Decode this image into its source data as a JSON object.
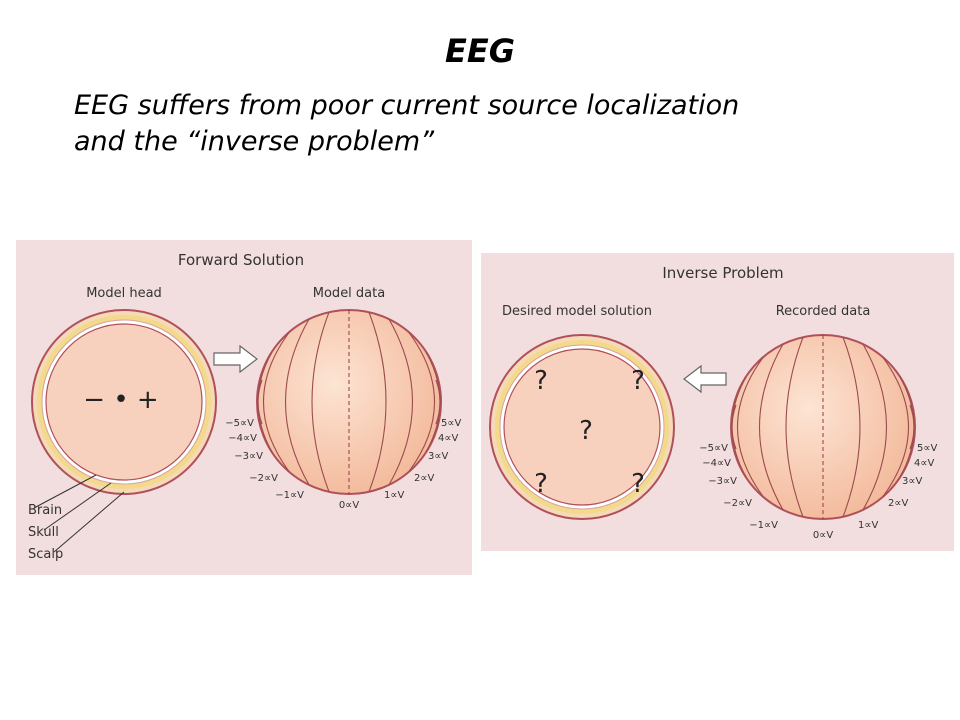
{
  "slide": {
    "title": "EEG",
    "subtitle_line1": "EEG suffers from poor current source localization",
    "subtitle_line2": "and the “inverse problem”"
  },
  "forward": {
    "heading": "Forward Solution",
    "left_label": "Model head",
    "right_label": "Model data",
    "source_symbols": "− • +",
    "layers": [
      "Brain",
      "Skull",
      "Scalp"
    ]
  },
  "inverse": {
    "heading": "Inverse Problem",
    "left_label": "Desired model solution",
    "right_label": "Recorded data",
    "unknown_marker": "?"
  },
  "voltages": {
    "left": [
      "−5∝V",
      "−4∝V",
      "−3∝V",
      "−2∝V",
      "−1∝V"
    ],
    "center": "0∝V",
    "right": [
      "1∝V",
      "2∝V",
      "3∝V",
      "4∝V",
      "5∝V"
    ]
  },
  "colors": {
    "panel_bg": "#f2dede",
    "sphere_fill": "#f7c8ae",
    "sphere_edge": "#b0505a",
    "contour": "#9c4b4e",
    "skull": "#ffffff",
    "scalp": "#f3d98a"
  }
}
